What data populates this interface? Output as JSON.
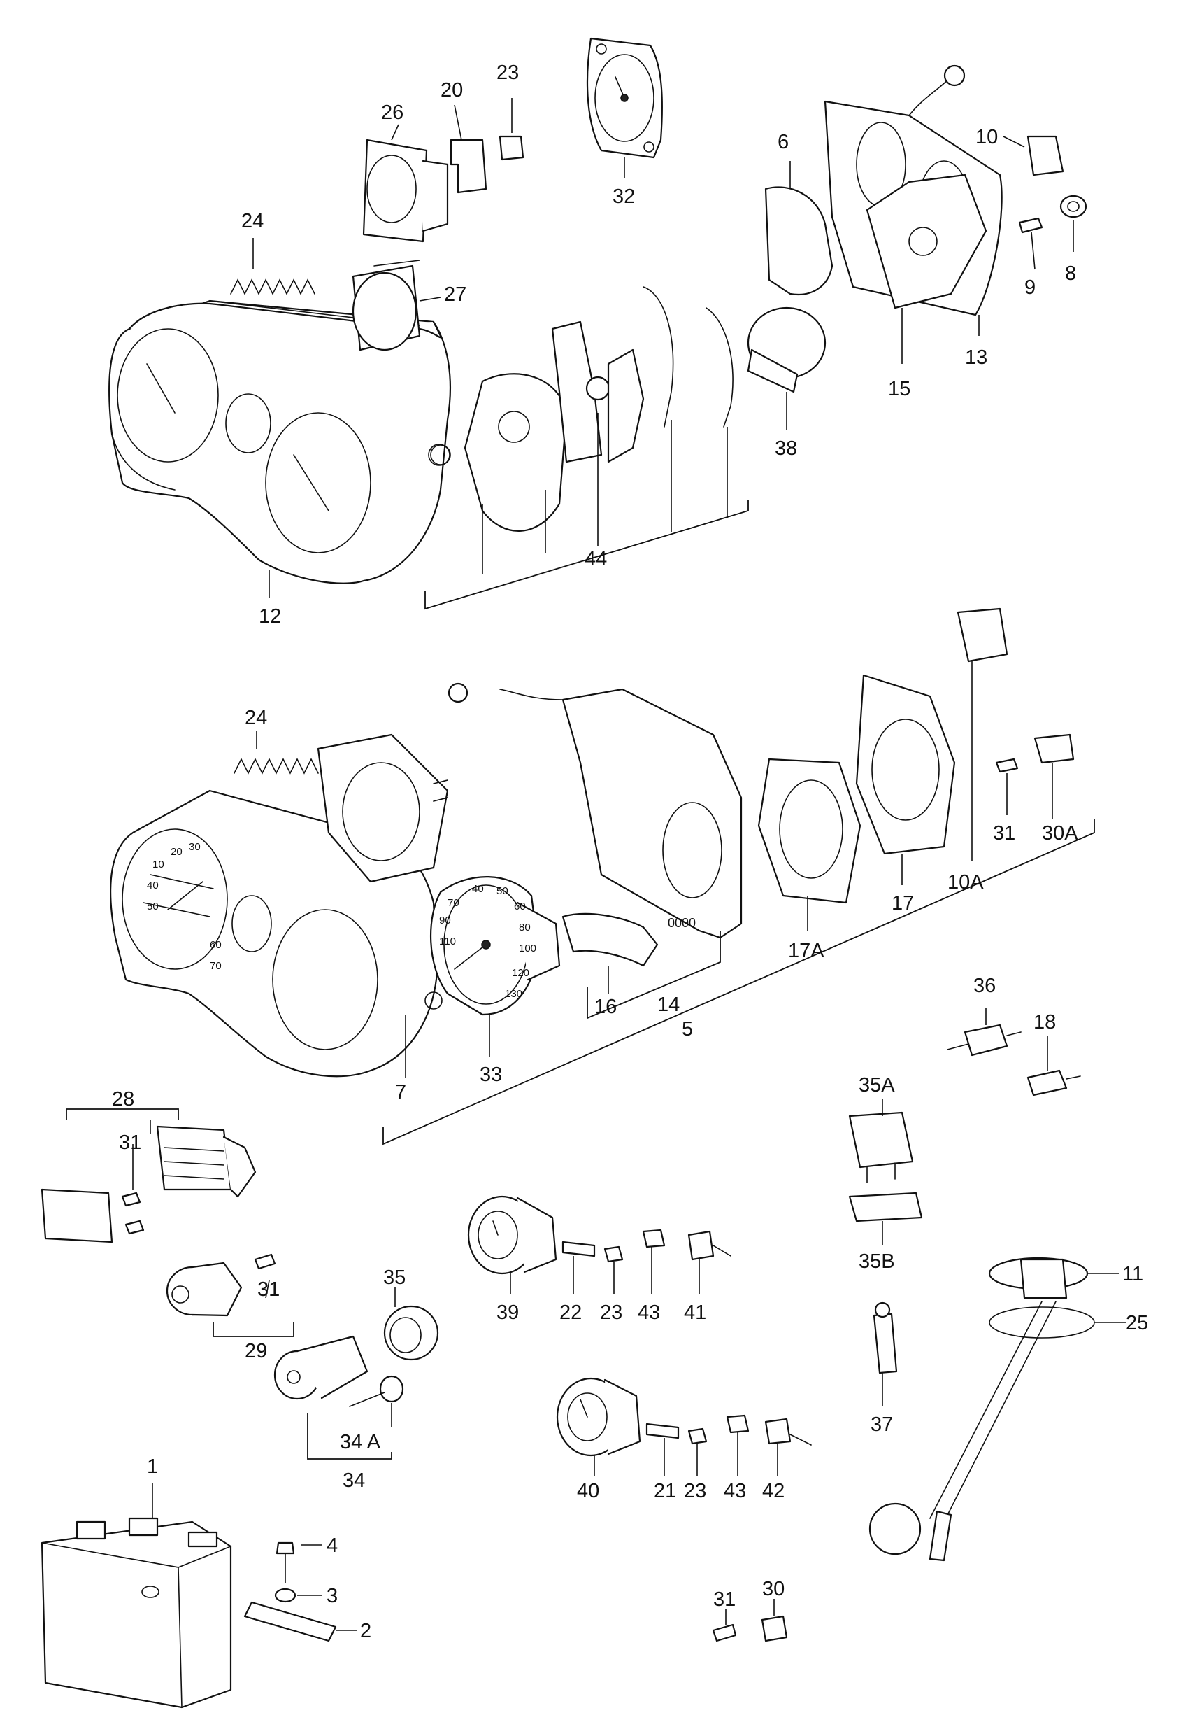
{
  "callouts": [
    {
      "id": "c1",
      "text": "1"
    },
    {
      "id": "c2",
      "text": "2"
    },
    {
      "id": "c3",
      "text": "3"
    },
    {
      "id": "c4",
      "text": "4"
    },
    {
      "id": "c5",
      "text": "5"
    },
    {
      "id": "c6",
      "text": "6"
    },
    {
      "id": "c7",
      "text": "7"
    },
    {
      "id": "c8",
      "text": "8"
    },
    {
      "id": "c9",
      "text": "9"
    },
    {
      "id": "c10",
      "text": "10"
    },
    {
      "id": "c10a",
      "text": "10A"
    },
    {
      "id": "c11",
      "text": "11"
    },
    {
      "id": "c12",
      "text": "12"
    },
    {
      "id": "c13",
      "text": "13"
    },
    {
      "id": "c14",
      "text": "14"
    },
    {
      "id": "c15",
      "text": "15"
    },
    {
      "id": "c16",
      "text": "16"
    },
    {
      "id": "c17",
      "text": "17"
    },
    {
      "id": "c17a",
      "text": "17A"
    },
    {
      "id": "c18",
      "text": "18"
    },
    {
      "id": "c20",
      "text": "20"
    },
    {
      "id": "c21",
      "text": "21"
    },
    {
      "id": "c22",
      "text": "22"
    },
    {
      "id": "c23a",
      "text": "23"
    },
    {
      "id": "c23b",
      "text": "23"
    },
    {
      "id": "c23c",
      "text": "23"
    },
    {
      "id": "c24a",
      "text": "24"
    },
    {
      "id": "c24b",
      "text": "24"
    },
    {
      "id": "c25",
      "text": "25"
    },
    {
      "id": "c26",
      "text": "26"
    },
    {
      "id": "c27",
      "text": "27"
    },
    {
      "id": "c28",
      "text": "28"
    },
    {
      "id": "c29",
      "text": "29"
    },
    {
      "id": "c30",
      "text": "30"
    },
    {
      "id": "c30a",
      "text": "30A"
    },
    {
      "id": "c31a",
      "text": "31"
    },
    {
      "id": "c31b",
      "text": "31"
    },
    {
      "id": "c31c",
      "text": "31"
    },
    {
      "id": "c31d",
      "text": "31"
    },
    {
      "id": "c32",
      "text": "32"
    },
    {
      "id": "c33",
      "text": "33"
    },
    {
      "id": "c34",
      "text": "34"
    },
    {
      "id": "c34a",
      "text": "34 A"
    },
    {
      "id": "c35",
      "text": "35"
    },
    {
      "id": "c35a",
      "text": "35A"
    },
    {
      "id": "c35b",
      "text": "35B"
    },
    {
      "id": "c36",
      "text": "36"
    },
    {
      "id": "c37",
      "text": "37"
    },
    {
      "id": "c38",
      "text": "38"
    },
    {
      "id": "c39",
      "text": "39"
    },
    {
      "id": "c40",
      "text": "40"
    },
    {
      "id": "c41",
      "text": "41"
    },
    {
      "id": "c42",
      "text": "42"
    },
    {
      "id": "c43a",
      "text": "43"
    },
    {
      "id": "c43b",
      "text": "43"
    },
    {
      "id": "c44",
      "text": "44"
    }
  ],
  "dial_numbers": {
    "speedo_upper": [
      "10",
      "20",
      "30",
      "40",
      "50",
      "60",
      "70"
    ],
    "speedo_lower": [
      "40",
      "50",
      "60",
      "70",
      "80",
      "90",
      "100",
      "110",
      "120",
      "130"
    ],
    "odometer": "0000"
  }
}
